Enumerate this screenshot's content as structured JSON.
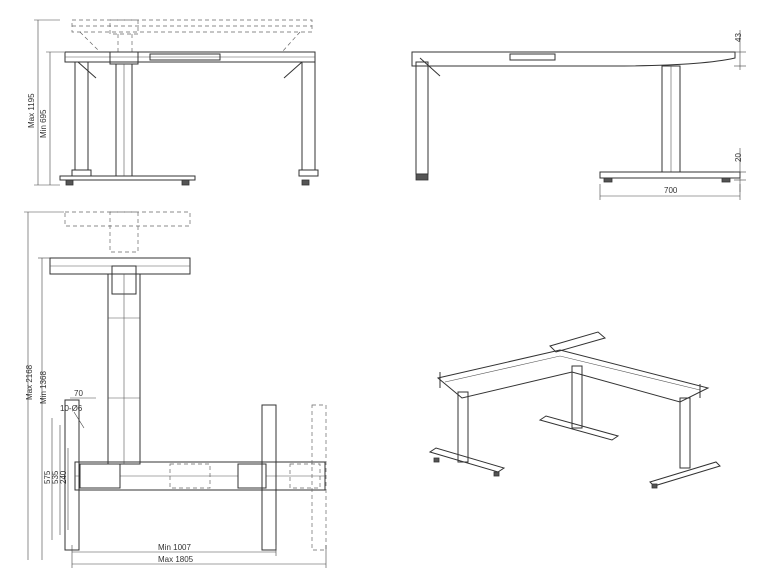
{
  "front_view": {
    "max_height_label": "Max 1195",
    "min_height_label": "Min 695"
  },
  "side_view": {
    "top_thickness_label": "43",
    "foot_height_label": "20",
    "depth_label": "700"
  },
  "top_view": {
    "max_length_label": "Max 2168",
    "min_length_label": "Min 1368",
    "dim_70_label": "70",
    "hole_label": "10-Ø6",
    "dim_575_label": "575",
    "dim_535_label": "535",
    "dim_240_label": "240",
    "min_width_label": "Min 1007",
    "max_width_label": "Max 1805"
  }
}
